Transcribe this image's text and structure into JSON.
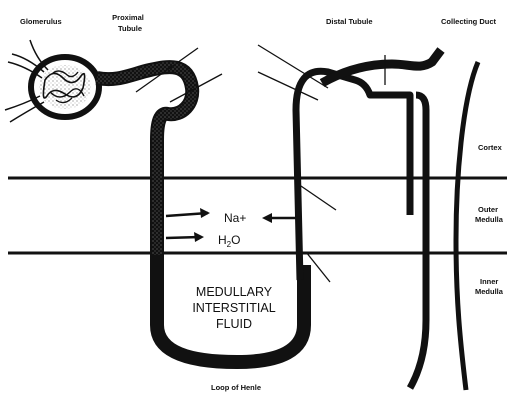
{
  "labels": {
    "glomerulus": "Glomerulus",
    "proximal_line1": "Proximal",
    "proximal_line2": "Tubule",
    "distal": "Distal Tubule",
    "collecting": "Collecting Duct",
    "cortex": "Cortex",
    "outer_line1": "Outer",
    "outer_line2": "Medulla",
    "inner_line1": "Inner",
    "inner_line2": "Medulla",
    "loop": "Loop of Henle",
    "na": "Na+",
    "h2o_h": "H",
    "h2o_sub": "2",
    "h2o_o": "O",
    "fluid_line1": "MEDULLARY",
    "fluid_line2": "INTERSTITIAL",
    "fluid_line3": "FLUID"
  },
  "colors": {
    "ink": "#111111",
    "stipple": "#8a8a8a",
    "background": "#ffffff"
  }
}
